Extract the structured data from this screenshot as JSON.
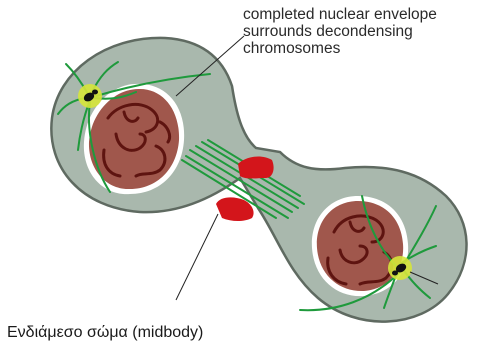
{
  "annotation": {
    "lines": [
      "completed nuclear envelope",
      "surrounds decondensing",
      "chromosomes"
    ]
  },
  "caption": "Ενδιάμεσο σώμα (midbody)",
  "colors": {
    "cytoplasm": "#a9b8ad",
    "cell_outline": "#5f6a61",
    "nucleus": "#a0574c",
    "chromosome": "#5e1410",
    "midbody_ring": "#d3151b",
    "microtubule": "#1f9a3c",
    "centrosome": "#d6e63a"
  }
}
